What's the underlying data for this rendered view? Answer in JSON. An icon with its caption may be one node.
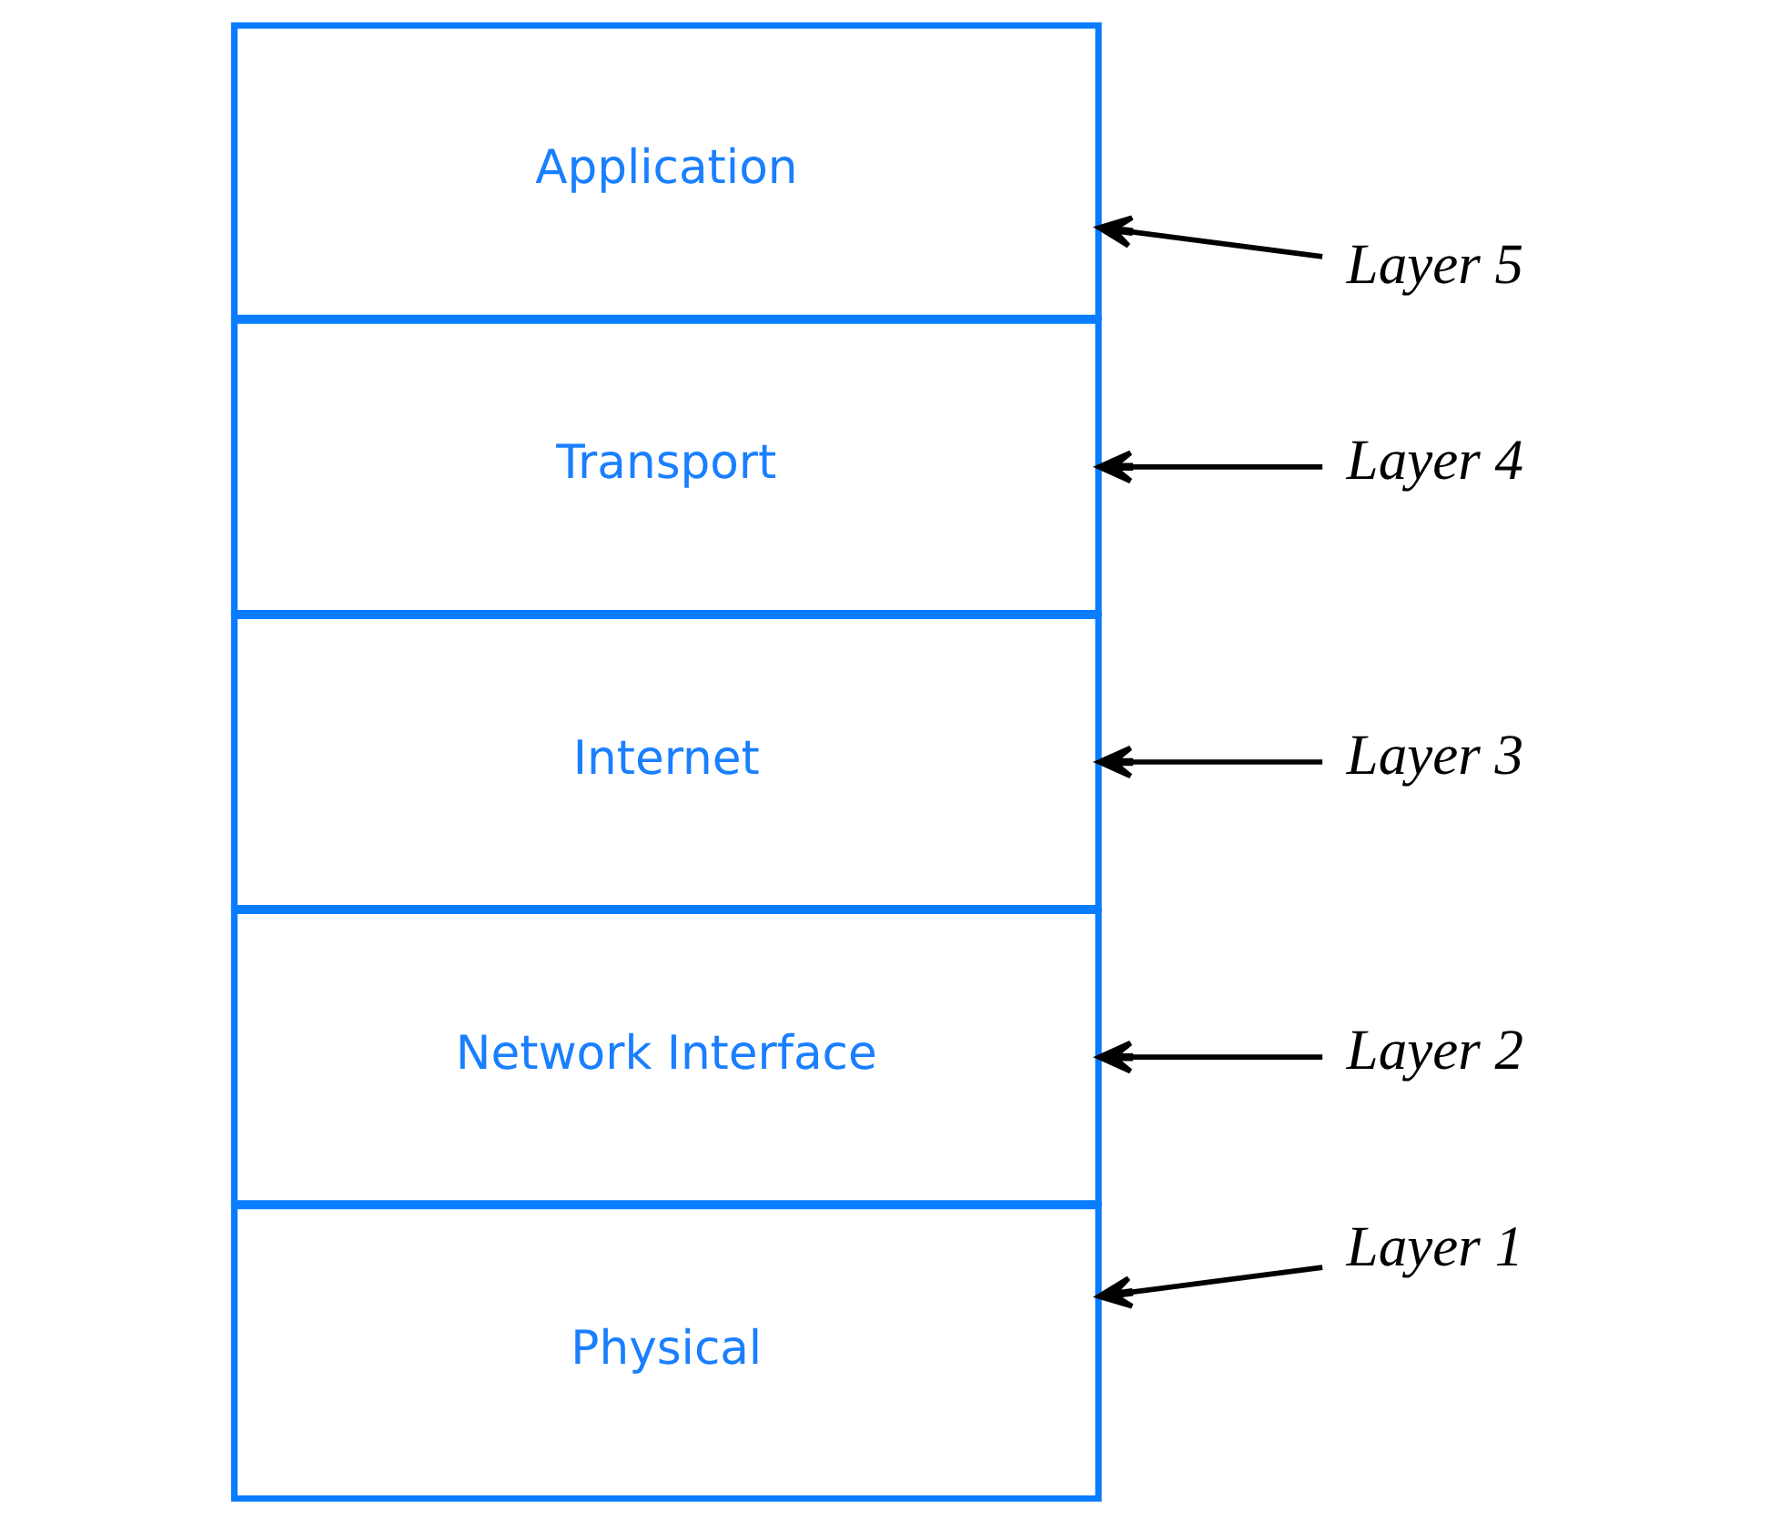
{
  "diagram": {
    "nodes": [
      {
        "text": [
          "Application"
        ]
      },
      {
        "text": [
          "Transport"
        ]
      },
      {
        "text": [
          "Internet"
        ]
      },
      {
        "text": [
          "Network Interface"
        ]
      },
      {
        "text": [
          "Physical"
        ]
      },
      {
        "text": [
          "Layer 5"
        ]
      },
      {
        "text": [
          "Layer 4"
        ]
      },
      {
        "text": [
          "Layer 3"
        ]
      },
      {
        "text": [
          "Layer 2"
        ]
      },
      {
        "text": [
          "Layer 1"
        ]
      }
    ],
    "edges": [
      {
        "from": 5,
        "to": 0,
        "arrow": "to"
      },
      {
        "from": 6,
        "to": 1,
        "arrow": "to"
      },
      {
        "from": 7,
        "to": 2,
        "arrow": "to"
      },
      {
        "from": 8,
        "to": 3,
        "arrow": "to"
      },
      {
        "from": 9,
        "to": 4,
        "arrow": "to"
      }
    ]
  }
}
